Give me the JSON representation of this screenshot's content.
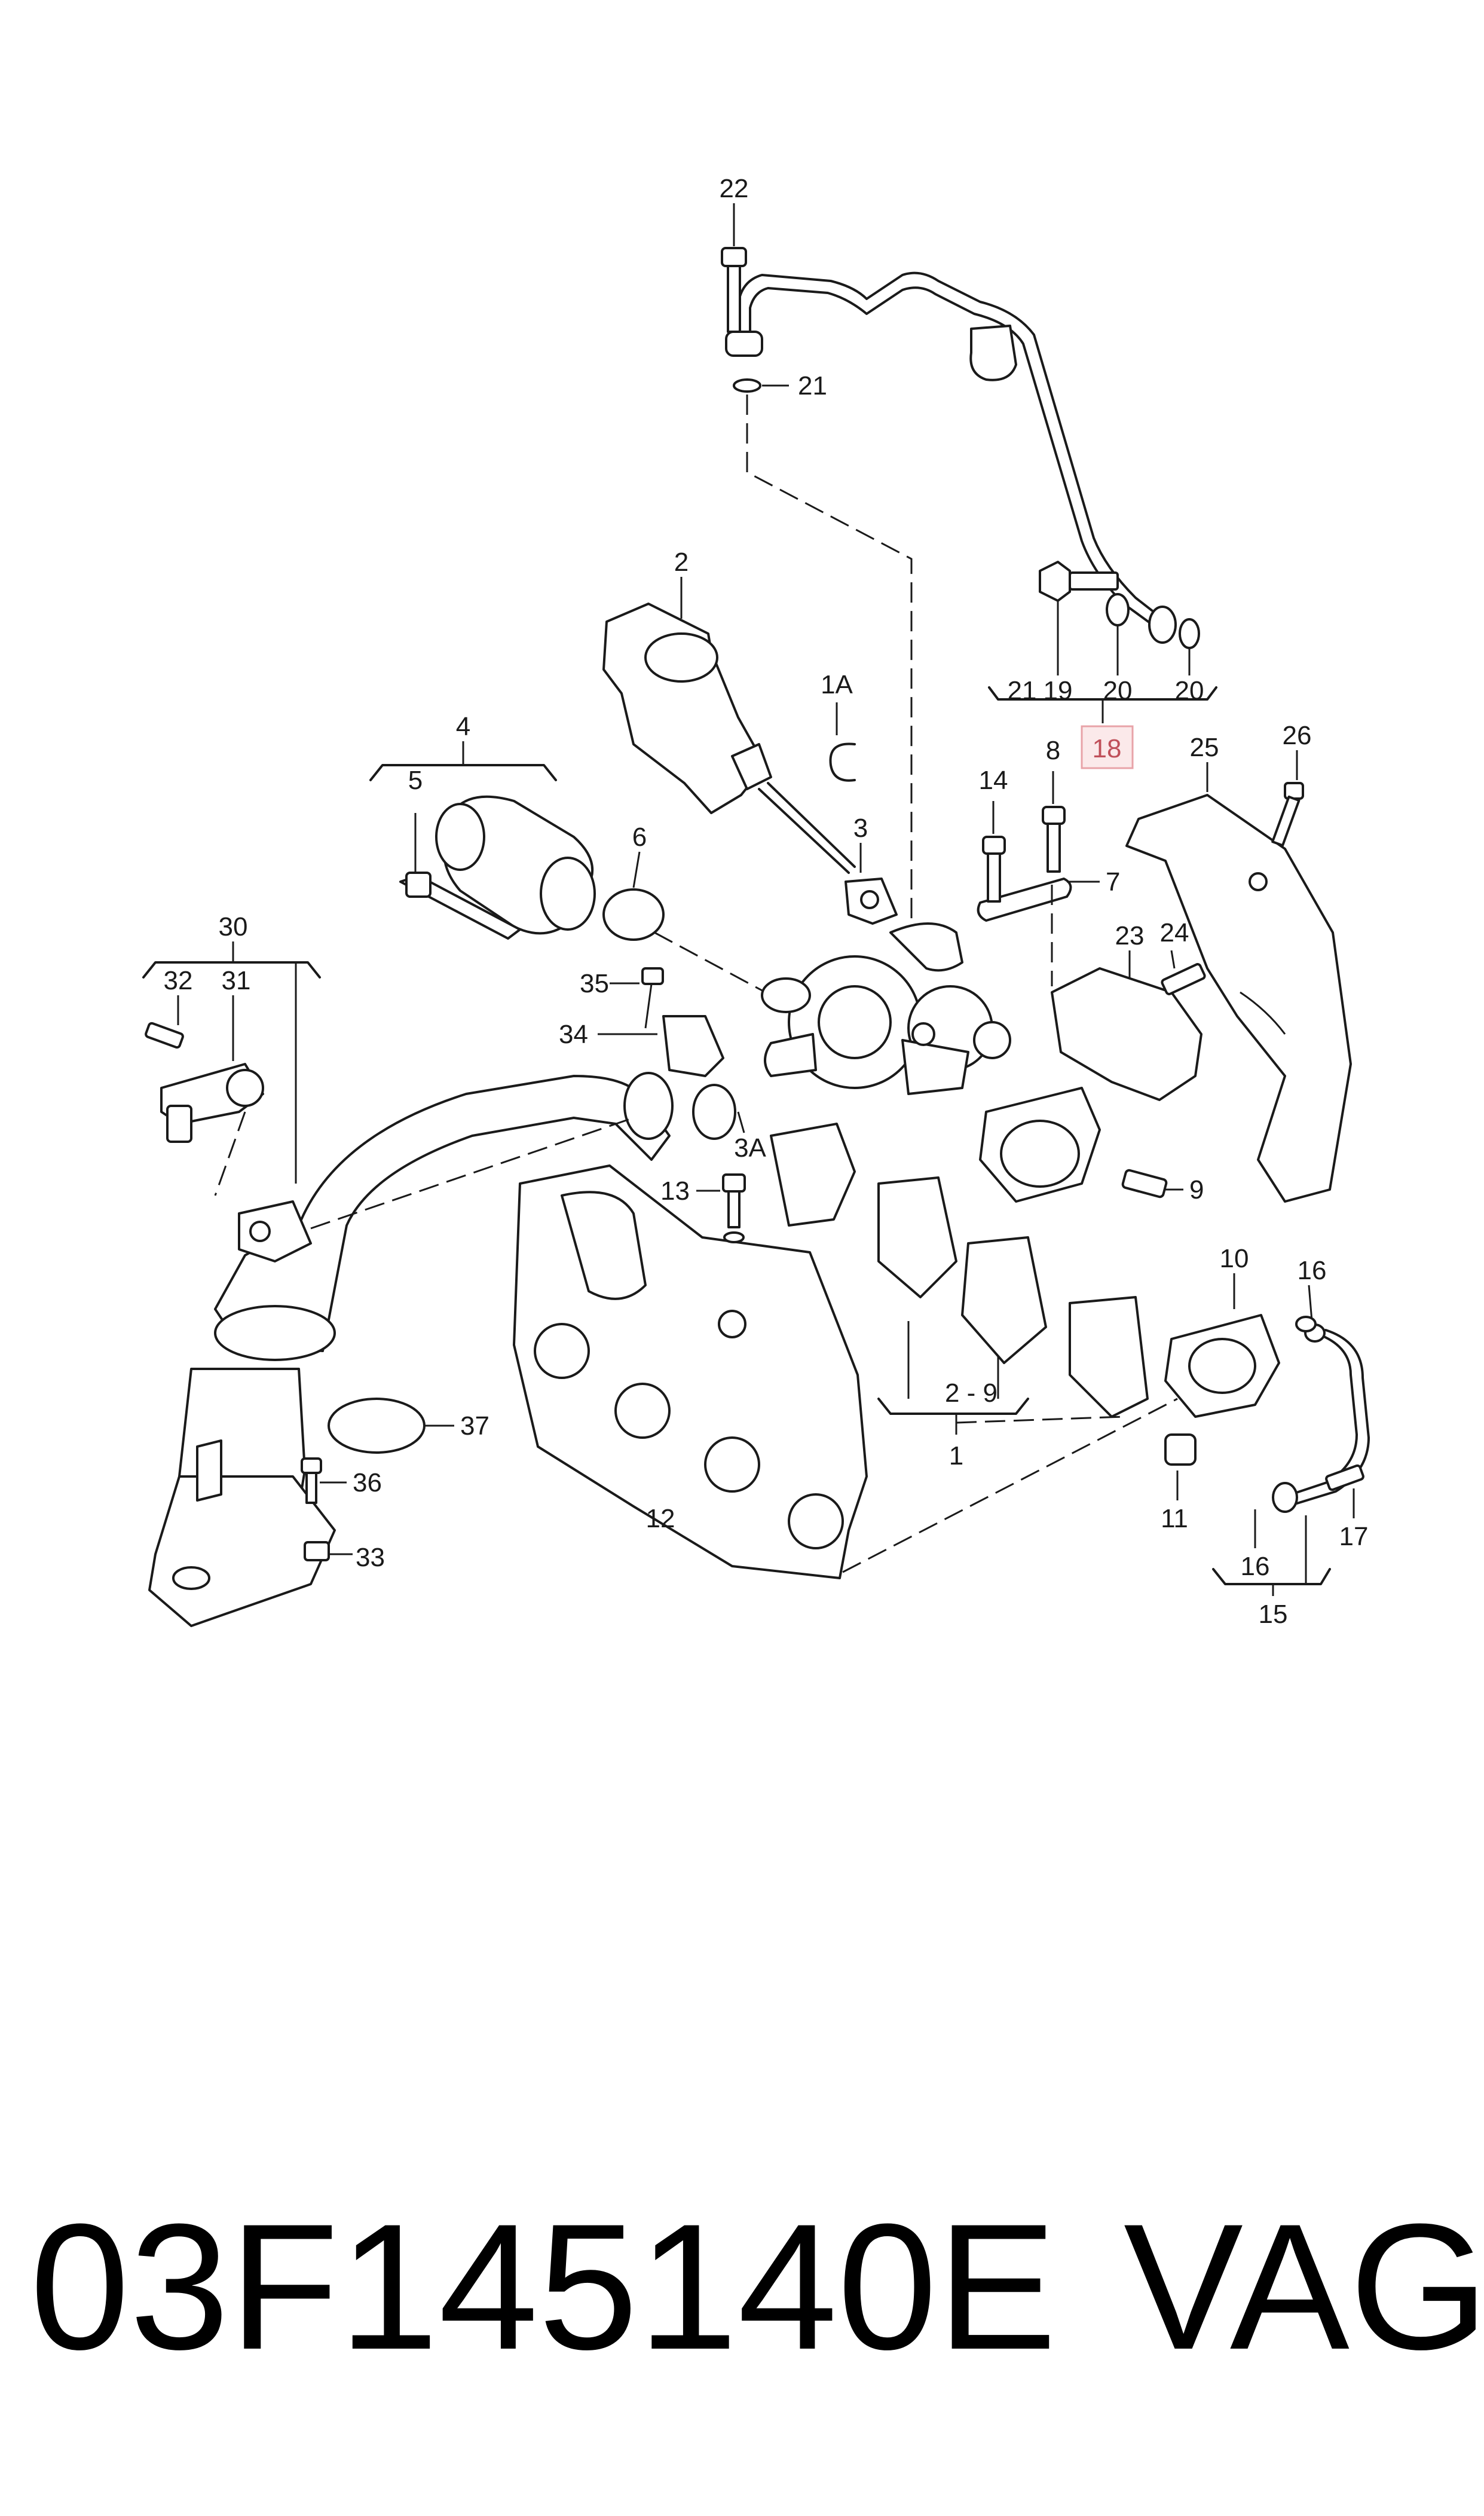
{
  "diagram": {
    "callouts": {
      "c1": "1",
      "c1a": "1A",
      "c2": "2",
      "c2_9": "2 - 9",
      "c3": "3",
      "c3a": "3A",
      "c4": "4",
      "c5": "5",
      "c6": "6",
      "c7": "7",
      "c8": "8",
      "c9": "9",
      "c10": "10",
      "c11": "11",
      "c12": "12",
      "c13": "13",
      "c14": "14",
      "c15": "15",
      "c16a": "16",
      "c16b": "16",
      "c17": "17",
      "c18": "18",
      "c19": "19",
      "c20a": "20",
      "c20b": "20",
      "c21a": "21",
      "c21b": "21",
      "c22": "22",
      "c23": "23",
      "c24": "24",
      "c25": "25",
      "c26": "26",
      "c30": "30",
      "c31": "31",
      "c32": "32",
      "c33": "33",
      "c34": "34",
      "c35": "35",
      "c36": "36",
      "c37": "37"
    },
    "highlight_color": "#e8a3a8",
    "highlight_fill": "#fbe9ea"
  },
  "footer": {
    "part_number": "03F145140E",
    "brand": "VAG"
  }
}
